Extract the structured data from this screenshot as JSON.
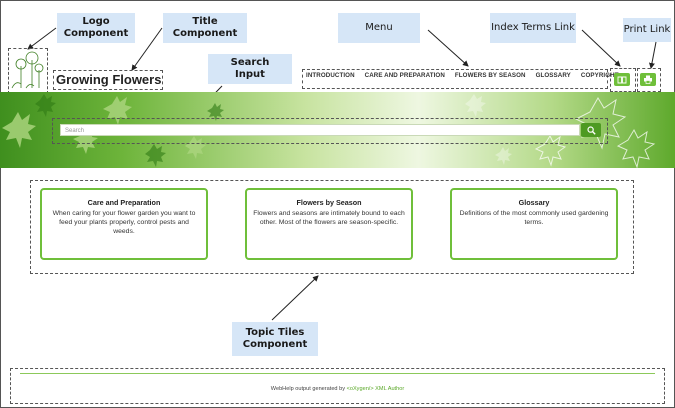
{
  "callouts": {
    "logo": "Logo\nComponent",
    "title": "Title\nComponent",
    "search": "Search\nInput",
    "menu": "Menu",
    "index_terms": "Index Terms Link",
    "print": "Print Link",
    "tiles": "Topic Tiles\nComponent"
  },
  "site": {
    "title": "Growing Flowers"
  },
  "menu": {
    "items": [
      "INTRODUCTION",
      "CARE AND PREPARATION",
      "FLOWERS BY SEASON",
      "GLOSSARY",
      "COPYRIGHT"
    ]
  },
  "icons": {
    "index_terms": "book-icon",
    "print": "print-icon",
    "search": "search-icon"
  },
  "search": {
    "placeholder": "Search"
  },
  "tiles": [
    {
      "title": "Care and Preparation",
      "description": "When caring for your flower garden you want to feed your plants properly, control pests and weeds."
    },
    {
      "title": "Flowers by Season",
      "description": "Flowers and seasons are intimately bound to each other. Most of the flowers are season-specific."
    },
    {
      "title": "Glossary",
      "description": "Definitions of the most commonly used gardening terms."
    }
  ],
  "footer": {
    "prefix": "WebHelp output generated by ",
    "brand": "<oXygen/> XML Author"
  },
  "colors": {
    "accent": "#6fbf3a",
    "callout_bg": "#d6e6f7"
  }
}
